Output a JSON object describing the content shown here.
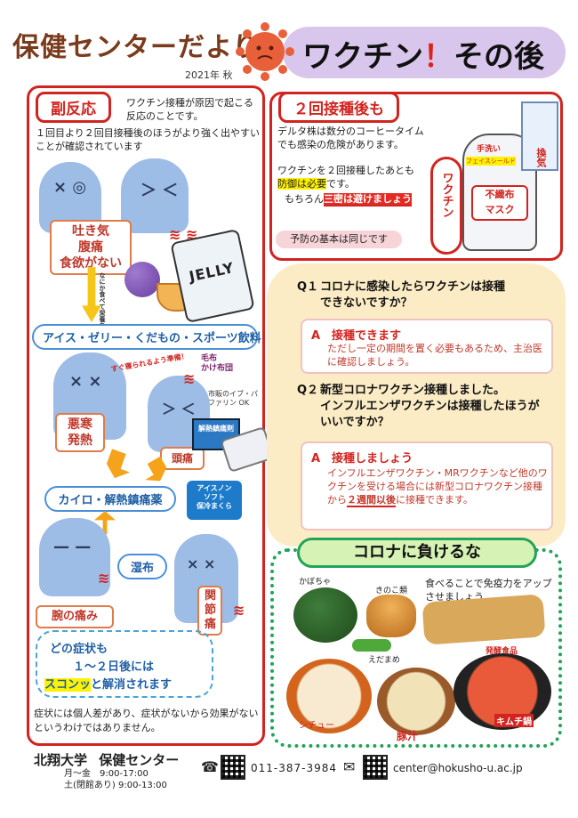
{
  "header": {
    "masthead": "保健センターだより",
    "edition": "2021年 秋",
    "title_main": "ワクチン",
    "title_excl": "！",
    "title_rest": "その後"
  },
  "side_effects": {
    "tag": "副反応",
    "definition": "ワクチン接種が原因で起こる反応のことです。",
    "note": "１回目より２回目接種後のほうがより強く出やすいことが確認されています",
    "nausea_box": [
      "吐き気",
      "腹痛",
      "食欲がない"
    ],
    "arrow_label": "なにか食べて栄養を",
    "jelly": "JELLY",
    "food_pill": "アイス・ゼリー・くだもの・スポーツ飲料",
    "prep_label": "すぐ寝られるよう準備！",
    "blanket_label": "毛布\nかけ布団",
    "otc_label": "市販のイブ・パファリン OK",
    "chills_box": [
      "悪寒",
      "発熱"
    ],
    "headache": "頭痛",
    "pill_box_label": "解熱鎮痛剤",
    "warm_pill": "カイロ・解熱鎮痛薬",
    "icepack_label": "アイスノン\nソフト\n保冷まくら",
    "compress": "湿布",
    "joint_pain": [
      "関",
      "節",
      "痛"
    ],
    "arm_pain": "腕の痛み",
    "any_symptom_1": "どの症状も",
    "any_symptom_2": "１～２日後には",
    "any_symptom_3_hl": "スコンッ",
    "any_symptom_3_rest": "と解消されます",
    "footnote": "症状には個人差があり、症状がないから効果がないというわけではありません。"
  },
  "after_two": {
    "tag": "２回接種後も",
    "line1": "デルタ株は数分のコーヒータイムでも感染の危険があります。",
    "line2a": "ワクチンを２回接種したあとも",
    "line2b_hl": "防御は必要",
    "line2b_rest": "です。",
    "line3a": "もちろん",
    "line3_hl": "三密は避けましょう",
    "basic": "予防の基本は同じです",
    "shield_label": "ワクチン",
    "handwash": "手洗い",
    "face_shield": "フェイスシールド",
    "mask_label": [
      "不織布",
      "マスク"
    ],
    "ventilation": "換気"
  },
  "qa": [
    {
      "q_num": "Q１",
      "q_text": [
        "コロナに感染したらワクチンは接種",
        "できないですか？"
      ],
      "a_title": "A　接種できます",
      "a_body": "ただし一定の期間を置く必要もあるため、主治医に確認しましょう。"
    },
    {
      "q_num": "Q２",
      "q_text": [
        "新型コロナワクチン接種しました。",
        "インフルエンザワクチンは接種したほうが",
        "いいですか？"
      ],
      "a_title": "A　接種しましょう",
      "a_body_1": "インフルエンザワクチン・MRワクチンなど他のワクチンを受ける場合には新型コロナワクチン接種から",
      "a_body_hl": "２週間以後",
      "a_body_2": "に接種できます。"
    }
  ],
  "food": {
    "title": "コロナに負けるな",
    "intro": "食べることで免疫力をアップさせましょう",
    "items": [
      "かぼちゃ",
      "きのこ類",
      "えだまめ",
      "発酵食品",
      "シチュー",
      "豚汁",
      "キムチ鍋"
    ]
  },
  "footer": {
    "university": "北翔大学",
    "center": "保健センター",
    "hours1": "月～金　9:00-17:00",
    "hours2": "土(閉館あり) 9:00-13:00",
    "phone": "011-387-3984",
    "email": "center@hokusho-u.ac.jp"
  },
  "colors": {
    "accent_red": "#d2241f",
    "title_purple": "#d9c6ec",
    "qa_bg": "#fcecc5",
    "food_green": "#22a35a",
    "figure_blue": "#9dbce6"
  }
}
